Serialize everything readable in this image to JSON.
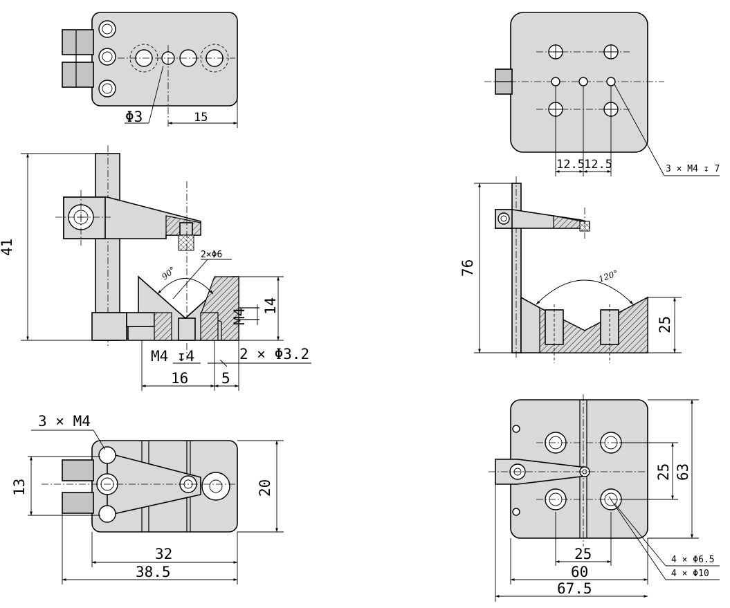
{
  "small_block": {
    "top_view": {
      "phi_label": "Φ3",
      "pitch_label": "15"
    },
    "side_view": {
      "height_label": "41",
      "angle_label": "90°",
      "holes_label": "2×Φ6",
      "thread_label": "M4",
      "depth_label": "14",
      "tap_label": "M4 ↧4",
      "pin_label": "2 × Φ3.2",
      "span_label": "16",
      "offset_label": "5"
    },
    "bottom_view": {
      "thread_label": "3 × M4",
      "left_label": "13",
      "right_label": "20",
      "width_inner_label": "32",
      "width_outer_label": "38.5"
    }
  },
  "large_block": {
    "top_view": {
      "pitch_left_label": "12.5",
      "pitch_right_label": "12.5",
      "thread_label": "3 × M4 ↧ 7"
    },
    "side_view": {
      "height_label": "76",
      "angle_label": "120°",
      "depth_label": "25"
    },
    "bottom_view": {
      "pitch_v_label": "25",
      "height_label": "63",
      "pitch_h_label": "25",
      "width_inner_label": "60",
      "width_outer_label": "67.5",
      "counterbore_label": "4 × Φ6.5",
      "hole_label": "4 × Φ10"
    }
  }
}
